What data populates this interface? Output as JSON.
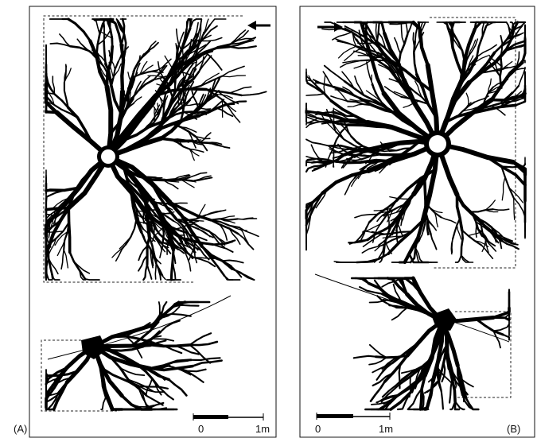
{
  "panels": [
    {
      "id": "A",
      "label": "(A)",
      "scale_start": "0",
      "scale_end": "1m",
      "direction": "left"
    },
    {
      "id": "B",
      "label": "(B)",
      "scale_start": "0",
      "scale_end": "1m",
      "direction": "right"
    }
  ],
  "colors": {
    "ink": "#000000",
    "paper": "#ffffff",
    "stem_hole": "#ffffff"
  },
  "icons": [
    "arrow-left-icon",
    "arrow-right-icon"
  ]
}
